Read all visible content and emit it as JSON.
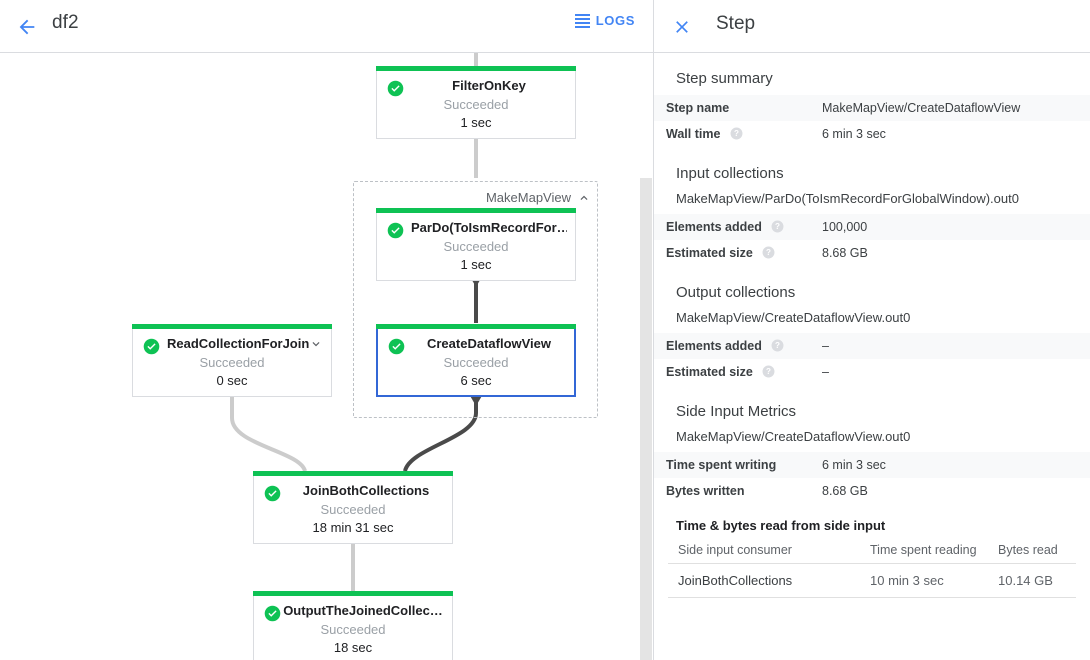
{
  "topbar": {
    "back_icon": "arrow-left-icon",
    "job_title": "df2",
    "logs_label": "LOGS",
    "logs_icon": "logs-list-icon"
  },
  "colors": {
    "accent_blue": "#4285f4",
    "selected_border": "#3367d6",
    "success_green": "#0ec254",
    "status_text": "#9aa0a6",
    "edge_active": "#4a4a4a",
    "edge_inactive": "#cccccc"
  },
  "graph": {
    "group": {
      "label": "MakeMapView",
      "collapse_icon": "chevron-up-icon"
    },
    "nodes": [
      {
        "id": "FilterOnKey",
        "title": "FilterOnKey",
        "status": "Succeeded",
        "time": "1 sec",
        "status_icon": "check-circle-icon",
        "selected": false,
        "expand_icon": null
      },
      {
        "id": "ParDoToIsm",
        "title": "ParDo(ToIsmRecordFor…",
        "status": "Succeeded",
        "time": "1 sec",
        "status_icon": "check-circle-icon",
        "selected": false,
        "expand_icon": null
      },
      {
        "id": "CreateDataflowView",
        "title": "CreateDataflowView",
        "status": "Succeeded",
        "time": "6 sec",
        "status_icon": "check-circle-icon",
        "selected": true,
        "expand_icon": null
      },
      {
        "id": "ReadCollectionForJoin",
        "title": "ReadCollectionForJoin",
        "status": "Succeeded",
        "time": "0 sec",
        "status_icon": "check-circle-icon",
        "selected": false,
        "expand_icon": "chevron-down-icon"
      },
      {
        "id": "JoinBothCollections",
        "title": "JoinBothCollections",
        "status": "Succeeded",
        "time": "18 min 31 sec",
        "status_icon": "check-circle-icon",
        "selected": false,
        "expand_icon": null
      },
      {
        "id": "OutputTheJoinedCollection",
        "title": "OutputTheJoinedCollec…",
        "status": "Succeeded",
        "time": "18 sec",
        "status_icon": "check-circle-icon",
        "selected": false,
        "expand_icon": null
      }
    ]
  },
  "panel": {
    "close_icon": "close-icon",
    "title": "Step",
    "step_summary": {
      "heading": "Step summary",
      "rows": [
        {
          "key": "Step name",
          "value": "MakeMapView/CreateDataflowView",
          "help": false
        },
        {
          "key": "Wall time",
          "value": "6 min 3 sec",
          "help": true
        }
      ]
    },
    "input_collections": {
      "heading": "Input collections",
      "collection": "MakeMapView/ParDo(ToIsmRecordForGlobalWindow).out0",
      "rows": [
        {
          "key": "Elements added",
          "value": "100,000",
          "help": true
        },
        {
          "key": "Estimated size",
          "value": "8.68 GB",
          "help": true
        }
      ]
    },
    "output_collections": {
      "heading": "Output collections",
      "collection": "MakeMapView/CreateDataflowView.out0",
      "rows": [
        {
          "key": "Elements added",
          "value": "–",
          "help": true
        },
        {
          "key": "Estimated size",
          "value": "–",
          "help": true
        }
      ]
    },
    "side_input_metrics": {
      "heading": "Side Input Metrics",
      "collection": "MakeMapView/CreateDataflowView.out0",
      "rows": [
        {
          "key": "Time spent writing",
          "value": "6 min 3 sec",
          "help": false
        },
        {
          "key": "Bytes written",
          "value": "8.68 GB",
          "help": false
        }
      ],
      "read_table": {
        "title": "Time & bytes read from side input",
        "columns": [
          "Side input consumer",
          "Time spent reading",
          "Bytes read"
        ],
        "rows": [
          [
            "JoinBothCollections",
            "10 min 3 sec",
            "10.14 GB"
          ]
        ]
      }
    }
  }
}
